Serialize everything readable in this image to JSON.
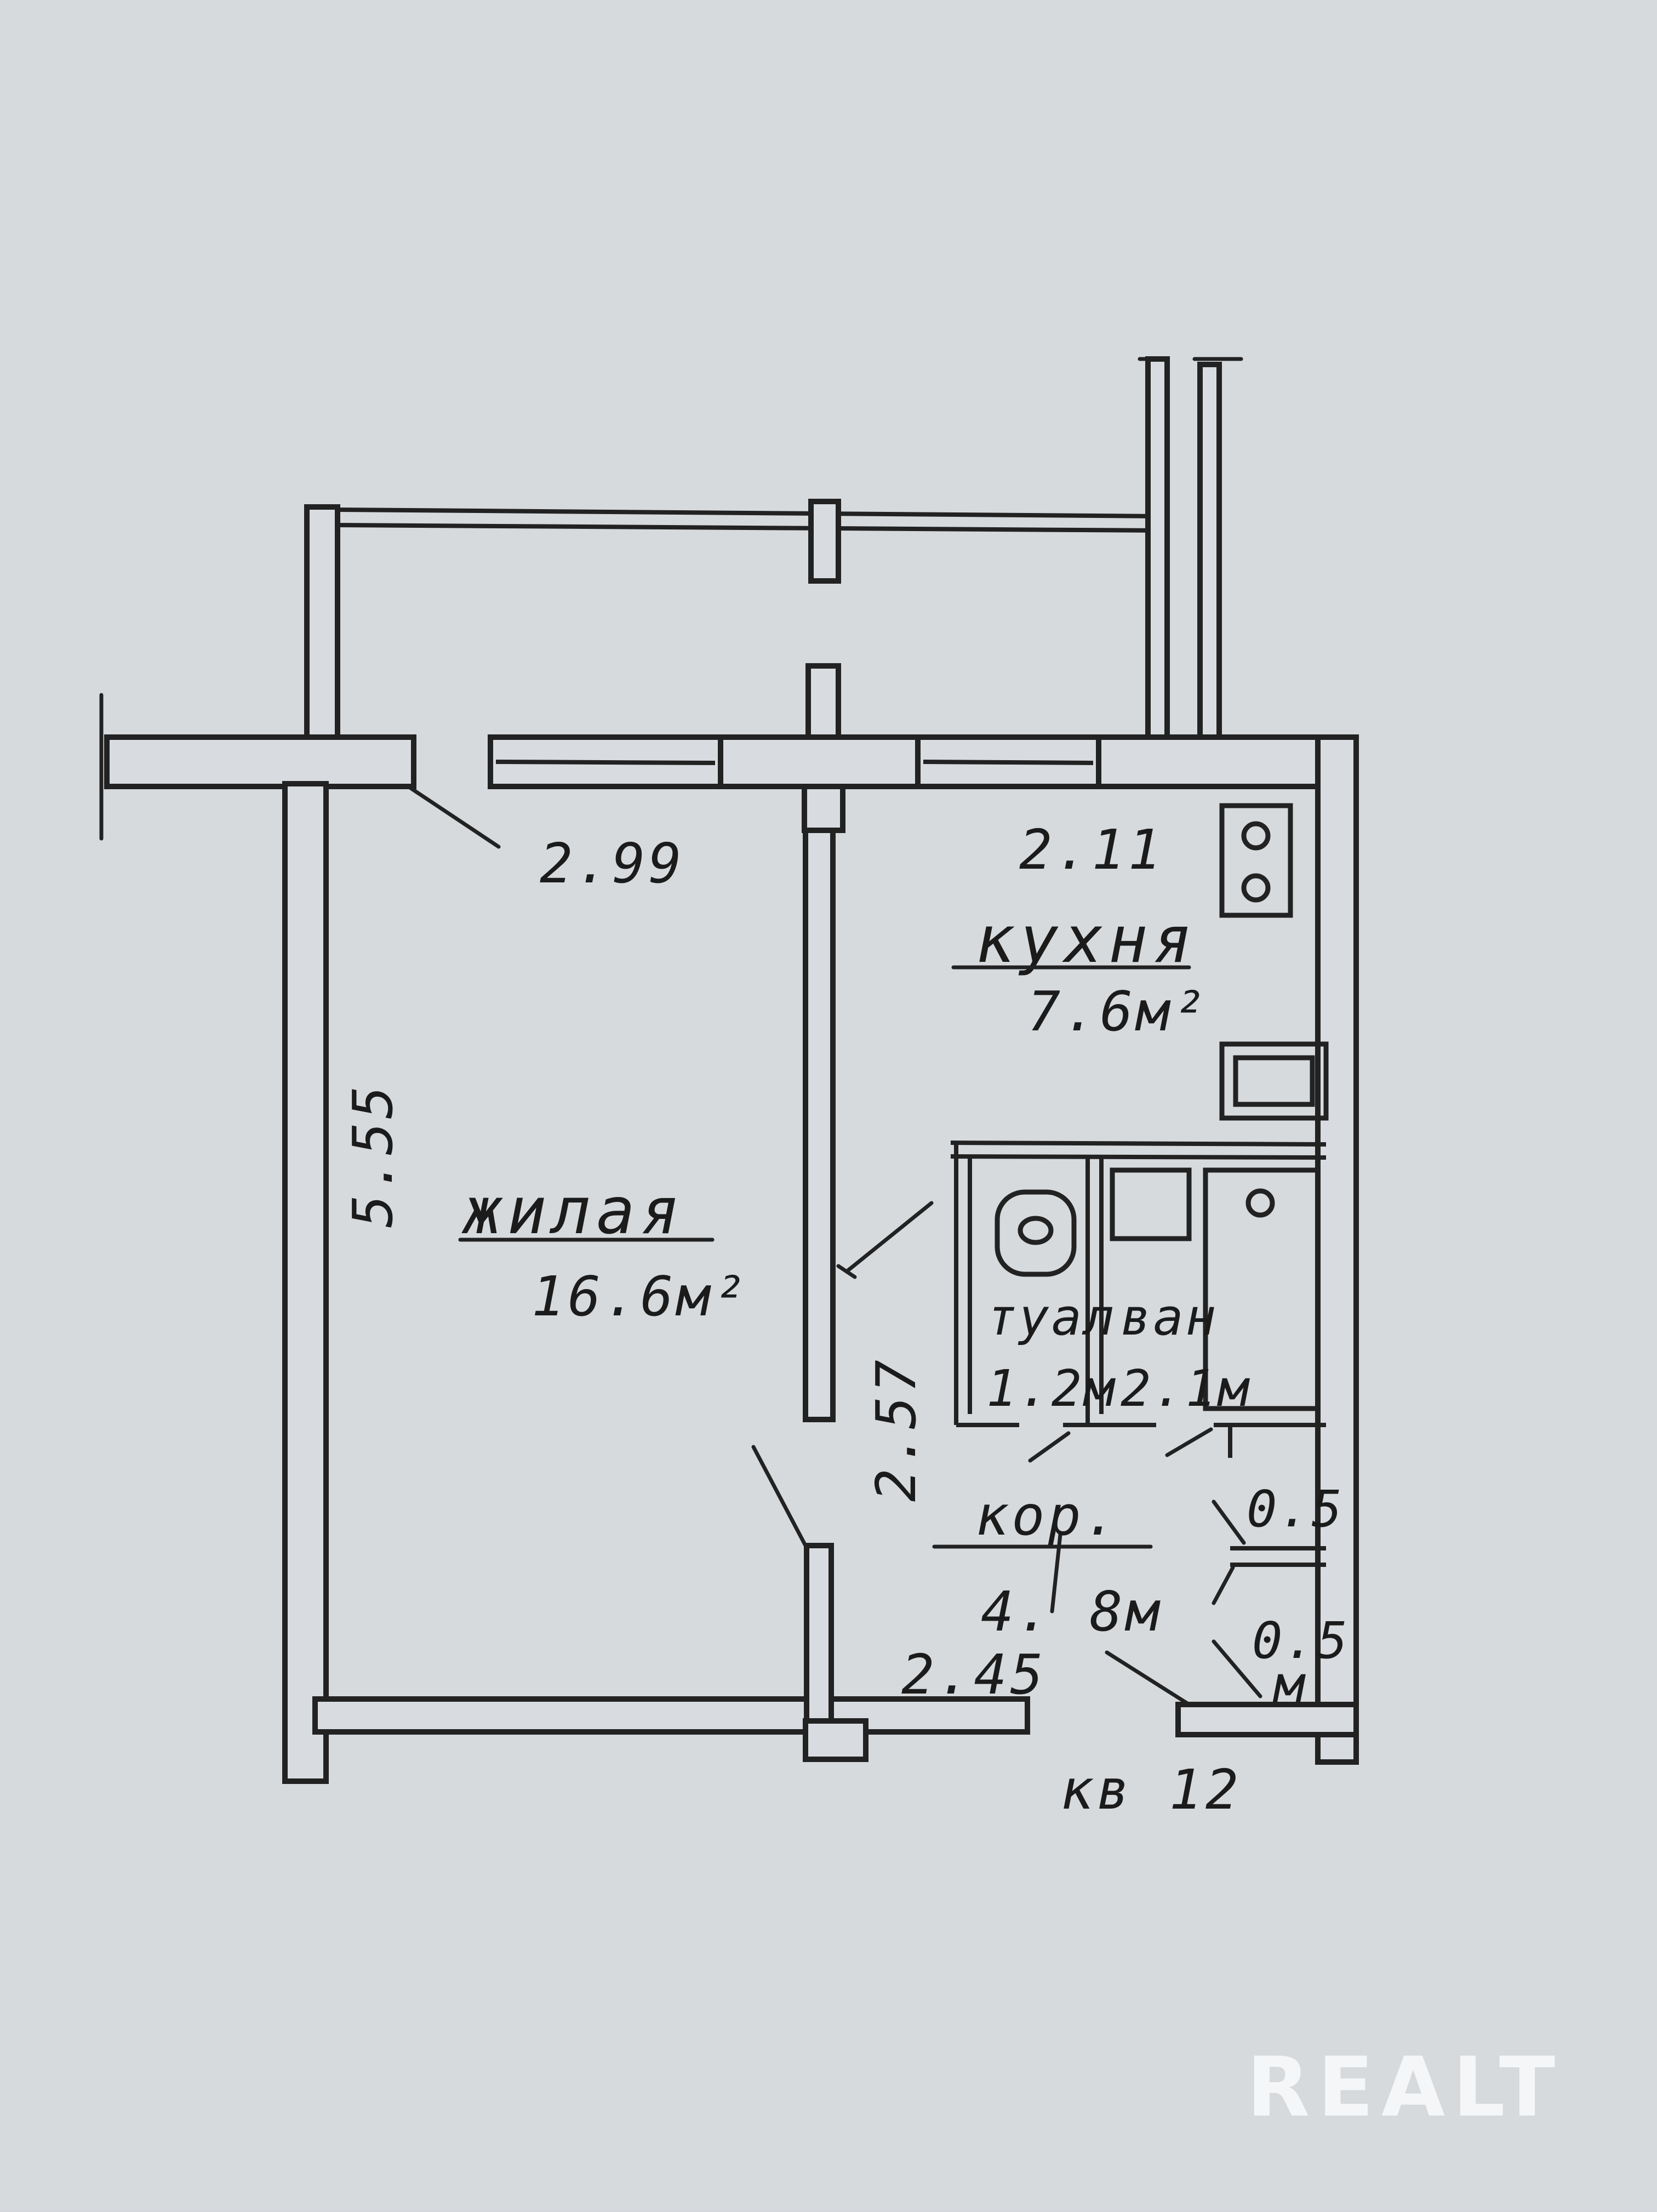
{
  "plan": {
    "rooms": {
      "living": {
        "name": "жилая",
        "area": "16.6м²"
      },
      "kitchen": {
        "name": "кухня",
        "area": "7.6м²"
      },
      "toilet": {
        "name": "туал",
        "area": "1.2м"
      },
      "bath": {
        "name": "ван",
        "area": "2.1м"
      },
      "corridor": {
        "name": "кор.",
        "area": "4. 8м"
      },
      "closet1": {
        "area": "0.5"
      },
      "closet2": {
        "area_value": "0.5",
        "area_unit": "м"
      }
    },
    "dimensions": {
      "living_width_top": "2.99",
      "kitchen_width": "2.11",
      "living_depth": "5.55",
      "corridor_length": "2.57",
      "entrance_width": "2.45"
    },
    "apartment_label": "кв 12"
  },
  "watermark": "REALT"
}
